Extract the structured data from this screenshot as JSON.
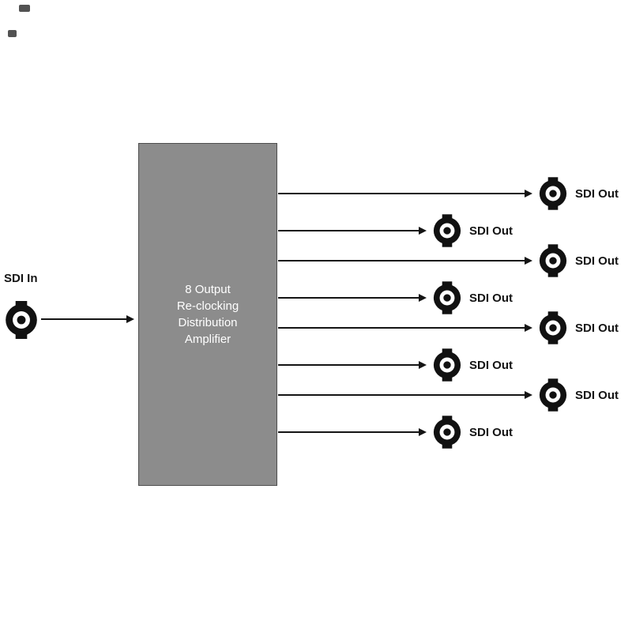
{
  "diagram": {
    "input": {
      "label": "SDI In",
      "connector_icon": "bnc-connector"
    },
    "amplifier": {
      "label": "8 Output\nRe-clocking\nDistribution\nAmplifier"
    },
    "outputs": [
      {
        "label": "SDI Out"
      },
      {
        "label": "SDI Out"
      },
      {
        "label": "SDI Out"
      },
      {
        "label": "SDI Out"
      },
      {
        "label": "SDI Out"
      },
      {
        "label": "SDI Out"
      },
      {
        "label": "SDI Out"
      },
      {
        "label": "SDI Out"
      }
    ],
    "colors": {
      "box_fill": "#8c8c8c",
      "box_border": "#4e4e4e",
      "line": "#141414",
      "text": "#141414",
      "box_text": "#ffffff"
    }
  }
}
